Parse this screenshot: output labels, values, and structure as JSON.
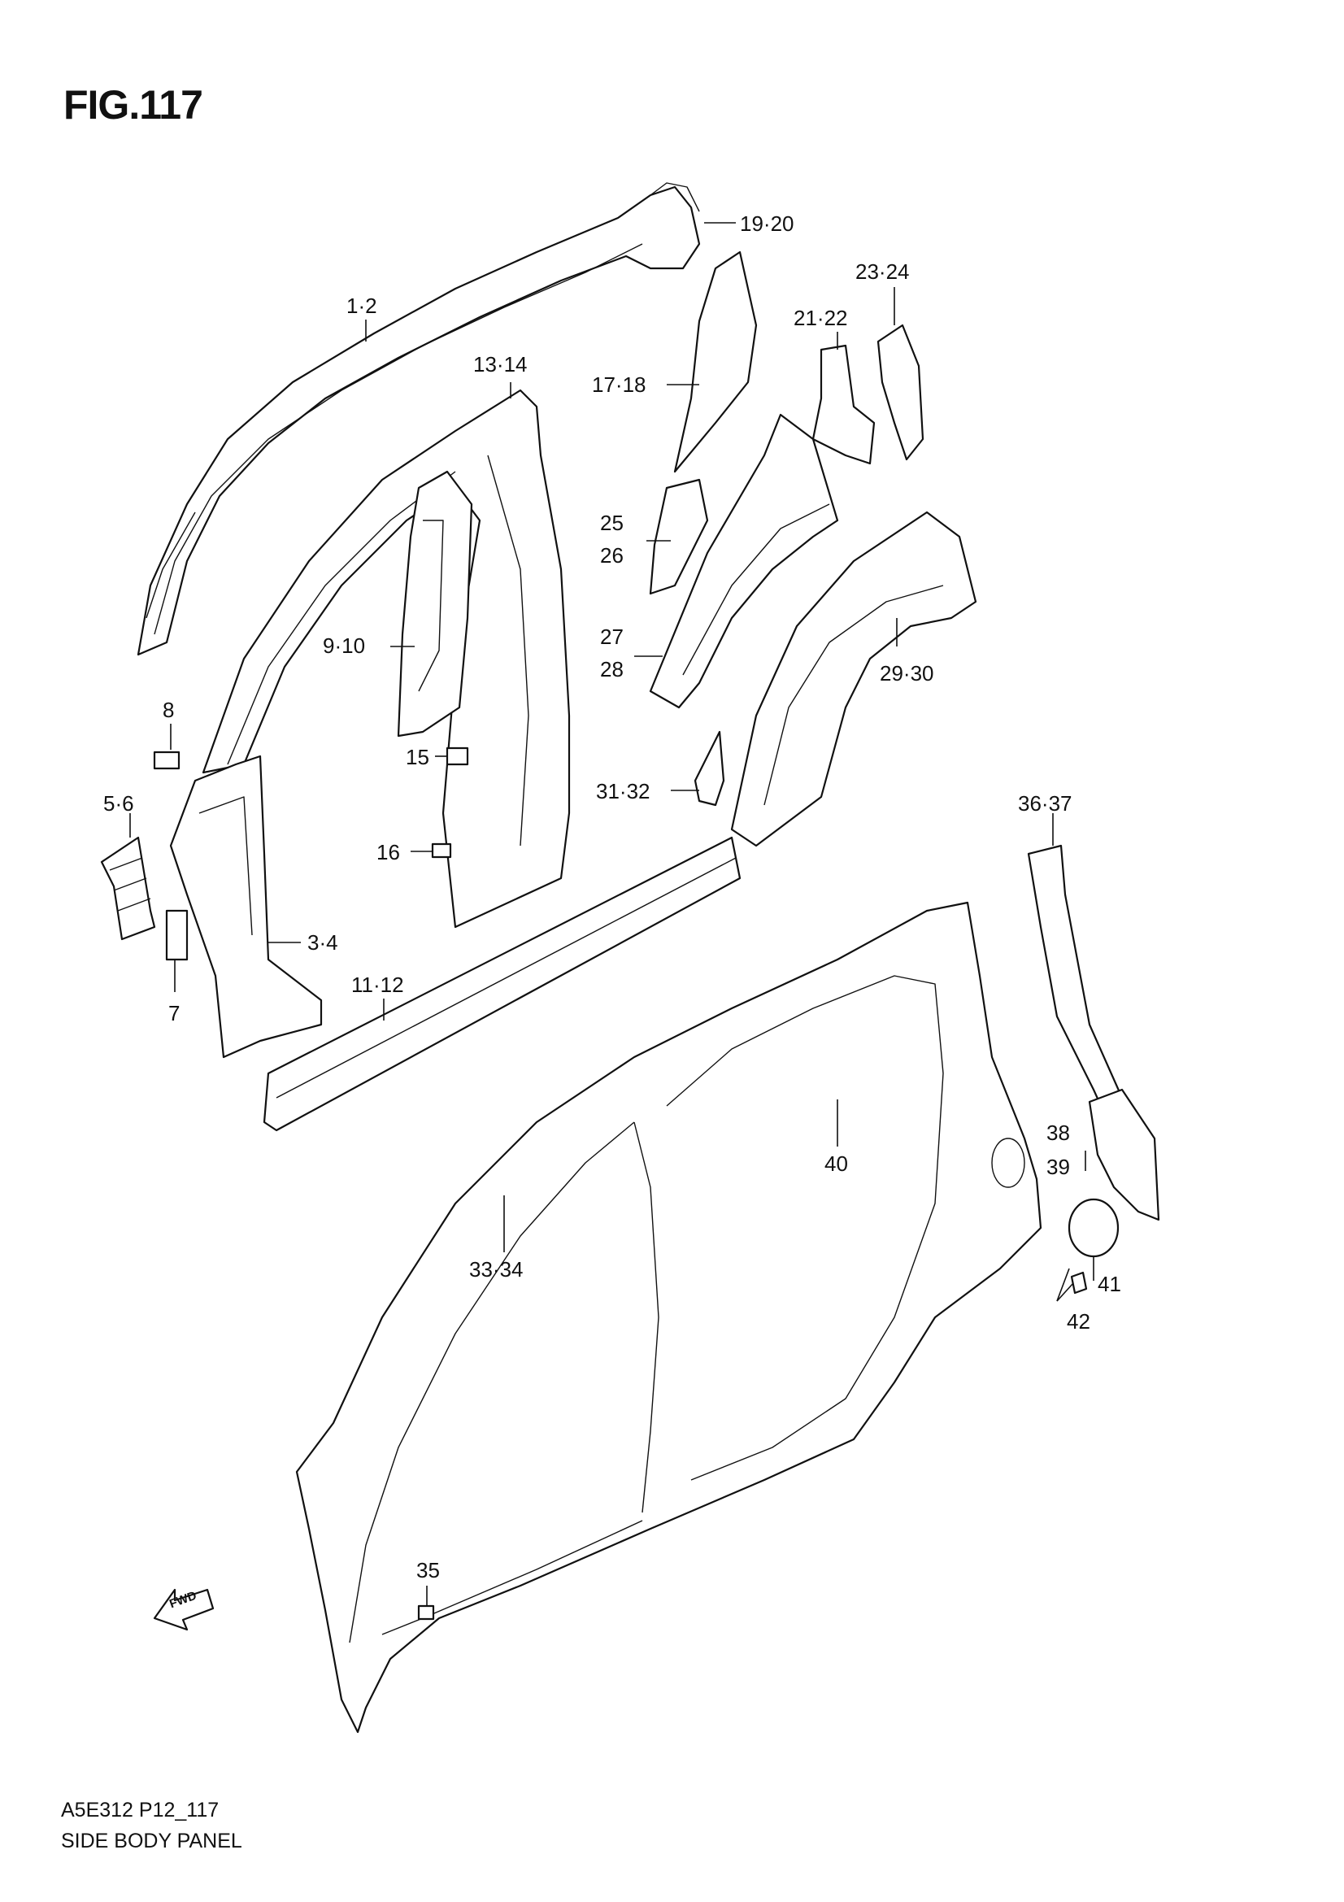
{
  "figure": {
    "title": "FIG.117"
  },
  "callouts": [
    {
      "id": "c1",
      "text": "1·2"
    },
    {
      "id": "c2",
      "text": "19·20"
    },
    {
      "id": "c3",
      "text": "13·14"
    },
    {
      "id": "c4",
      "text": "17·18"
    },
    {
      "id": "c5",
      "text": "21·22"
    },
    {
      "id": "c6",
      "text": "23·24"
    },
    {
      "id": "c7a",
      "text": "25"
    },
    {
      "id": "c7b",
      "text": "26"
    },
    {
      "id": "c8",
      "text": "9·10"
    },
    {
      "id": "c9a",
      "text": "27"
    },
    {
      "id": "c9b",
      "text": "28"
    },
    {
      "id": "c10",
      "text": "29·30"
    },
    {
      "id": "c11",
      "text": "8"
    },
    {
      "id": "c12",
      "text": "15"
    },
    {
      "id": "c13",
      "text": "5·6"
    },
    {
      "id": "c14",
      "text": "31·32"
    },
    {
      "id": "c15",
      "text": "36·37"
    },
    {
      "id": "c16",
      "text": "16"
    },
    {
      "id": "c17",
      "text": "3·4"
    },
    {
      "id": "c18",
      "text": "11·12"
    },
    {
      "id": "c19",
      "text": "7"
    },
    {
      "id": "c20",
      "text": "40"
    },
    {
      "id": "c21a",
      "text": "38"
    },
    {
      "id": "c21b",
      "text": "39"
    },
    {
      "id": "c22",
      "text": "33·34"
    },
    {
      "id": "c23",
      "text": "41"
    },
    {
      "id": "c24",
      "text": "42"
    },
    {
      "id": "c25",
      "text": "35"
    }
  ],
  "fwd_arrow": {
    "label": "FWD",
    "icon": "forward-arrow-icon"
  },
  "footer": {
    "code": "A5E312 P12_117",
    "name": "SIDE BODY PANEL"
  }
}
